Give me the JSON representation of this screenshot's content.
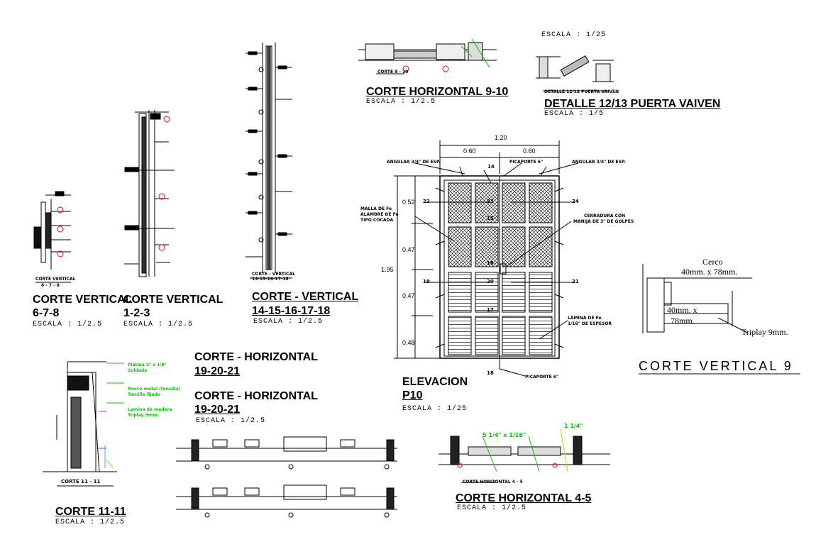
{
  "titles": {
    "corte_vertical_678_a": "CORTE VERTICAL",
    "corte_vertical_678_b": "6-7-8",
    "corte_vertical_123_a": "CORTE VERTICAL",
    "corte_vertical_123_b": "1-2-3",
    "corte_vertical_14_a": "CORTE - VERTICAL",
    "corte_vertical_14_b": "14-15-16-17-18",
    "corte_horizontal_910": "CORTE HORIZONTAL 9-10",
    "detalle_1213": "DETALLE 12/13 PUERTA VAIVEN",
    "elevacion_a": "ELEVACION",
    "elevacion_b": "P10",
    "corte_vertical_9": "CORTE  VERTICAL  9",
    "corte_horizontal_1921_a1": "CORTE - HORIZONTAL",
    "corte_horizontal_1921_b1": "19-20-21",
    "corte_horizontal_1921_a2": "CORTE - HORIZONTAL",
    "corte_horizontal_1921_b2": "19-20-21",
    "corte_1111": "CORTE 11-11",
    "corte_horizontal_45": "CORTE HORIZONTAL 4-5"
  },
  "scales": {
    "s_678": "ESCALA : 1/2.5",
    "s_123": "ESCALA : 1/2.5",
    "s_14": "ESCALA : 1/2.5",
    "s_910": "ESCALA : 1/2.5",
    "s_top": "ESCALA : 1/25",
    "s_1213": "ESCALA : 1/5",
    "s_elev": "ESCALA : 1/25",
    "s_1921": "ESCALA : 1/2.5",
    "s_1111": "ESCALA : 1/2.5",
    "s_45": "ESCALA : 1/2.5"
  },
  "small_labels": {
    "cv678": "CORTE  VERTICAL",
    "cv678b": "6 - 7 - 8",
    "cv14": "CORTE  -  VERTICAL",
    "cv14b": "14-15-16-17-18",
    "ch910": "CORTE  9 - 10",
    "det1213": "DETALLE  12/13   PUERTA VAIVEN",
    "c1111": "CORTE  11 - 11",
    "ch45": "CORTE HORIZONTAL  4 - 5"
  },
  "elevation": {
    "dim_total": "1.20",
    "dim_left": "0.60",
    "dim_right": "0.60",
    "dim_height": "1.95",
    "rows": [
      "0.52",
      "0.47",
      "0.47",
      "0.48"
    ],
    "marks": {
      "m14": "14",
      "m22": "22",
      "m23": "23",
      "m24": "24",
      "m19": "19",
      "m20": "20",
      "m21": "21",
      "m17": "17",
      "m18": "18",
      "m16": "16",
      "m15": "15"
    },
    "notes": {
      "angulo_l": "ANGULAR 3/4\" DE ESP.",
      "angulo_r": "ANGULAR 3/4\" DE ESP.",
      "pivote": "PICAPORTE 6\"",
      "malla_1": "MALLA DE Fe",
      "malla_2": "ALAMBRE DE Fe",
      "malla_3": "TIPO COCADA",
      "cerradura_1": "CERRADURA CON",
      "cerradura_2": "MANIJA DE 3\" DE GOLPES",
      "lamina_1": "LAMINA DE Fe",
      "lamina_2": "1/16\" DE ESPESOR",
      "picaporte_bottom": "PICAPORTE 6\""
    }
  },
  "detail9": {
    "cerco": "Cerco",
    "dims1": "40mm. x 78mm.",
    "dims2a": "40mm. x",
    "dims2b": "78mm.",
    "triplay": "Triplay 9mm."
  },
  "corte1111_notes": {
    "n1a": "Platina 2\" x 1/8\"",
    "n1b": "Soldada",
    "n2a": "Marco metal (tensilla)",
    "n2b": "Tornillo fijado",
    "n3a": "Lamina de madera",
    "n3b": "Triplay 9mm."
  },
  "corte45_notes": {
    "n1": "5 1/4\" x 1/16\"",
    "n2": "1 1/4\""
  },
  "colors": {
    "line": "#000000",
    "accent_red": "#ff0000",
    "accent_green": "#00c800",
    "accent_magenta": "#ff00ff",
    "accent_cyan": "#00c8ff",
    "accent_yellow": "#e0c000"
  }
}
